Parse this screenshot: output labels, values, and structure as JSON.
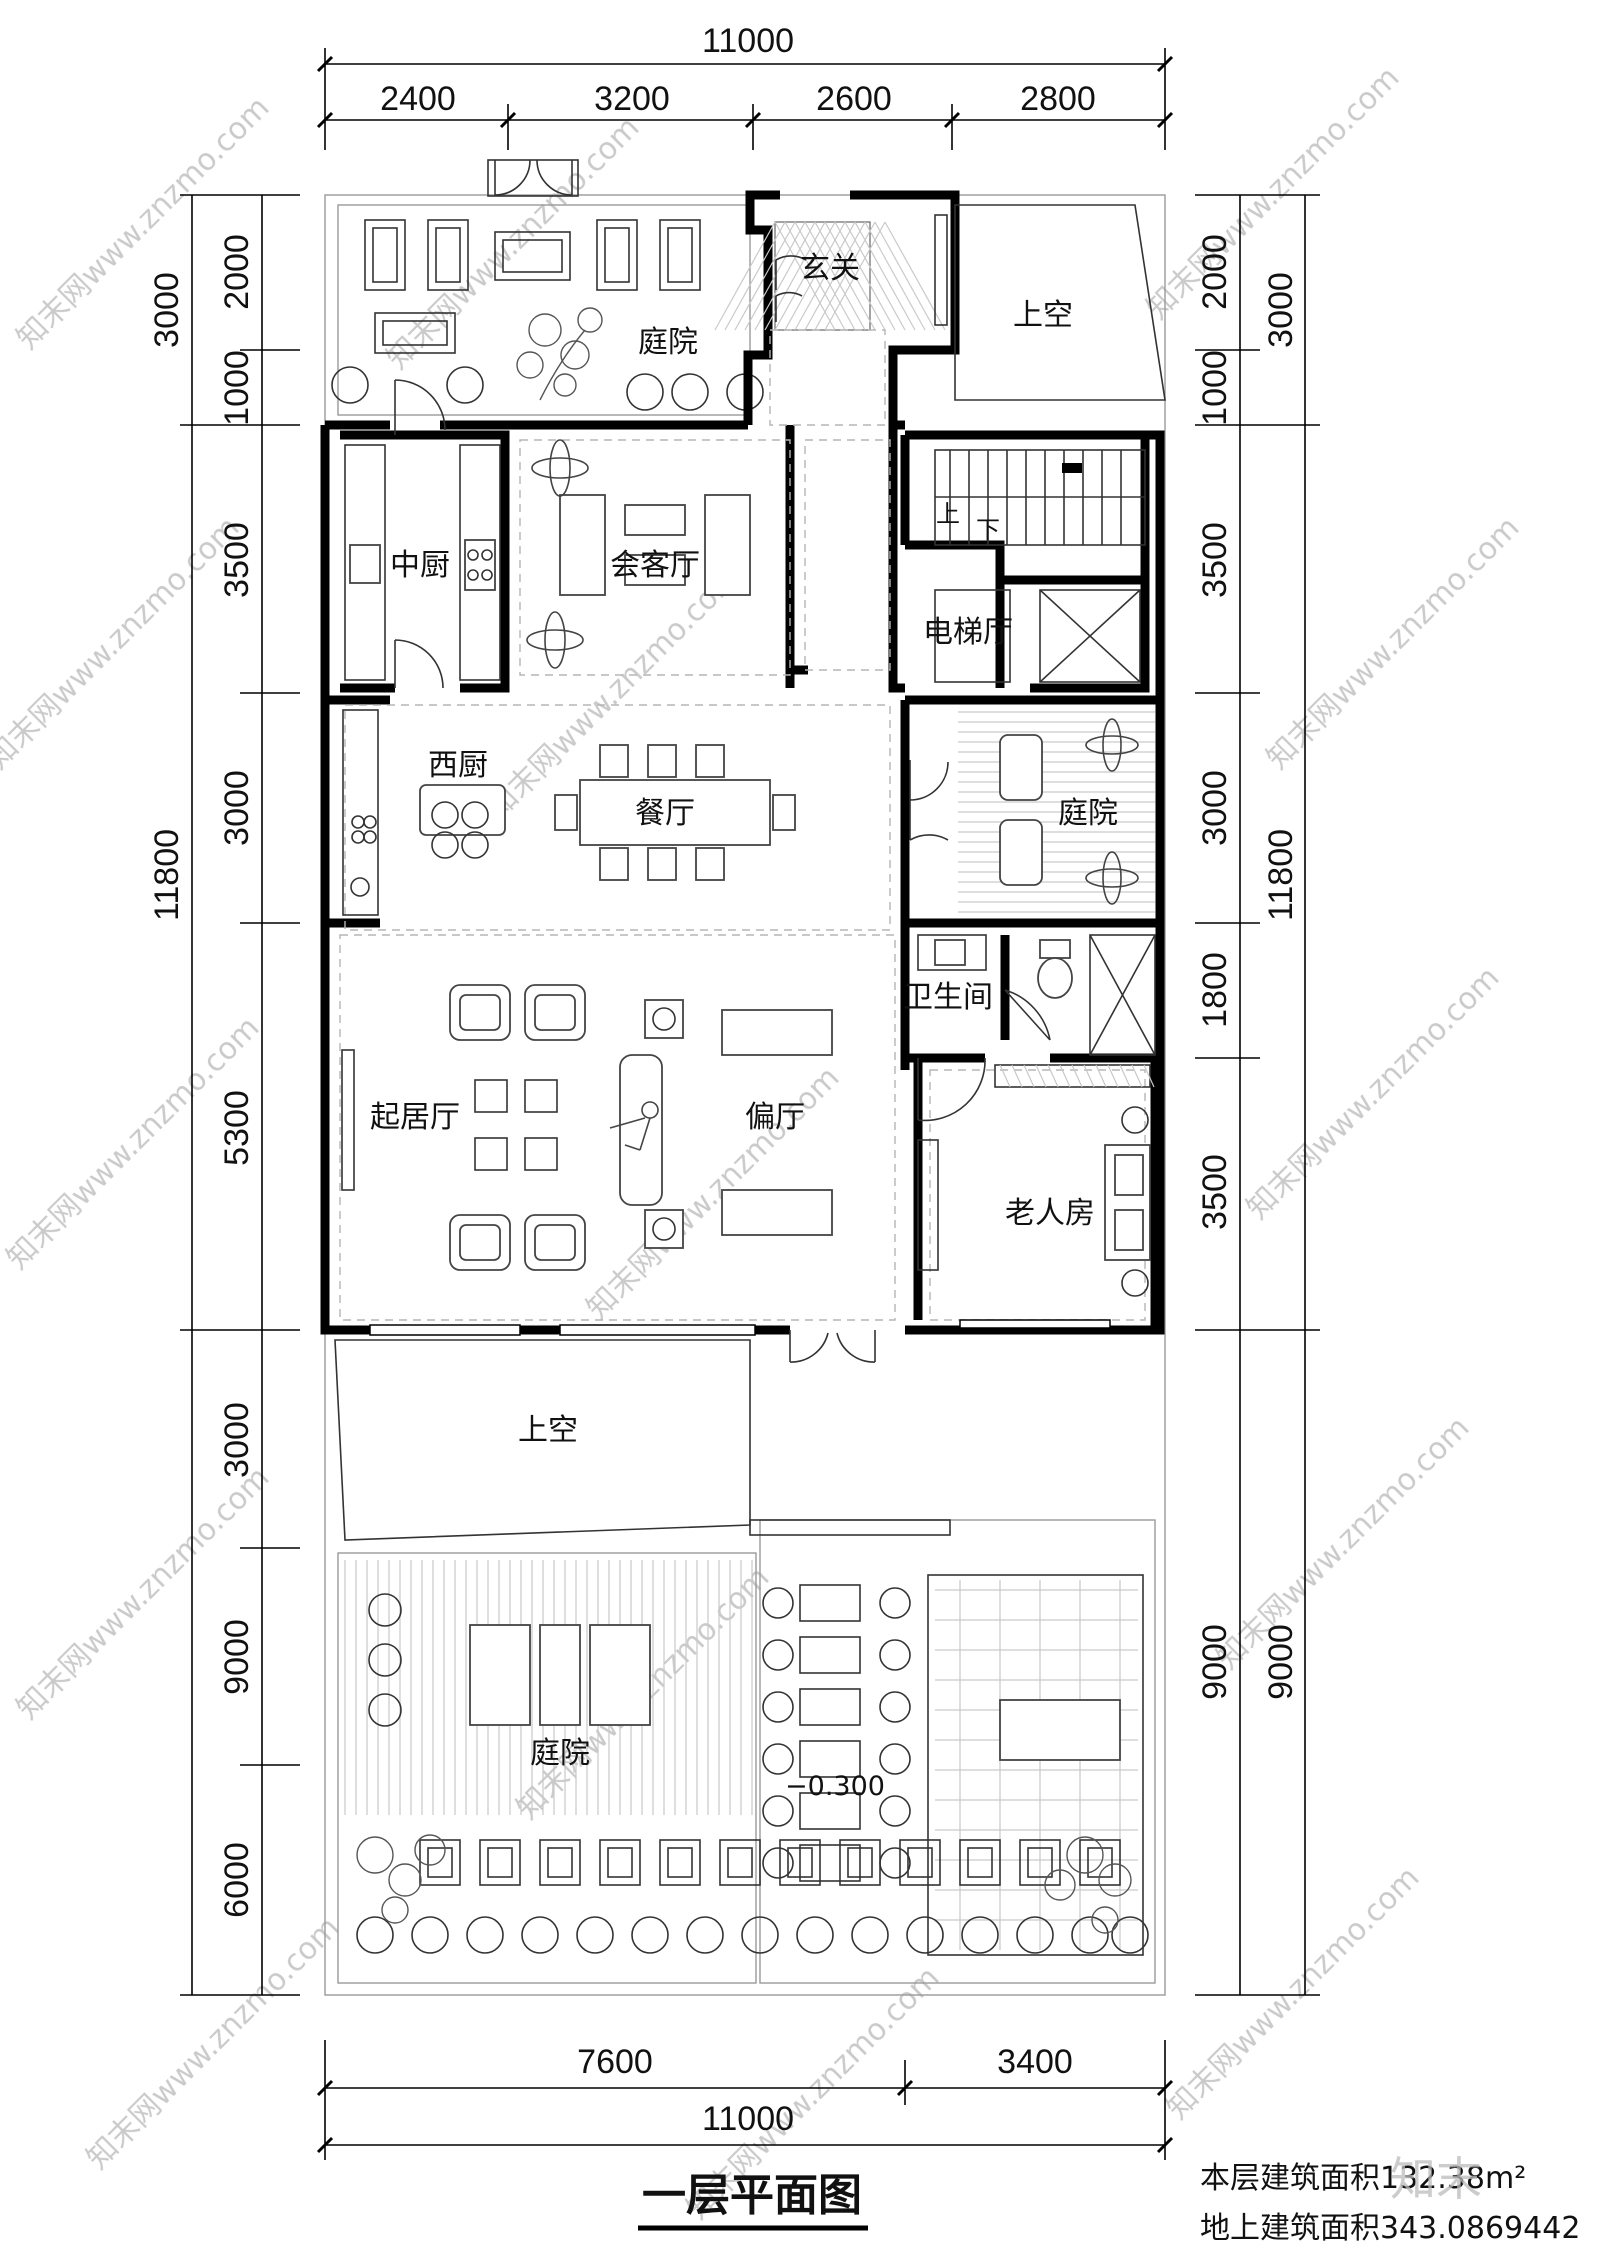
{
  "title": "一层平面图",
  "area_lines": [
    "本层建筑面积132.38m²",
    "地上建筑面积343.0869442"
  ],
  "watermark": "知末网www.znzmo.com",
  "logo": "知末",
  "dimensions": {
    "top_total": "11000",
    "top_segments": [
      "2400",
      "3200",
      "2600",
      "2800"
    ],
    "bottom_total": "11000",
    "bottom_segments": [
      "7600",
      "3400"
    ],
    "left_inner": [
      "2000",
      "1000",
      "3500",
      "3000",
      "5300",
      "3000",
      "9000",
      "6000"
    ],
    "left_outer": [
      "3000",
      "11800"
    ],
    "right_inner": [
      "2000",
      "1000",
      "3500",
      "3000",
      "1800",
      "3500",
      "9000"
    ],
    "right_outer": [
      "3000",
      "11800",
      "9000"
    ]
  },
  "rooms": {
    "courtyard_top": "庭院",
    "entrance": "玄关",
    "void_top": "上空",
    "mid_kitchen": "中厨",
    "reception": "会客厅",
    "elevator_hall": "电梯厅",
    "stair_up": "上",
    "stair_down": "下",
    "west_kitchen": "西厨",
    "dining": "餐厅",
    "courtyard_right": "庭院",
    "bathroom": "卫生间",
    "living": "起居厅",
    "side_hall": "偏厅",
    "elder_room": "老人房",
    "void_bottom": "上空",
    "courtyard_bottom": "庭院",
    "elevation": "−0.300"
  }
}
